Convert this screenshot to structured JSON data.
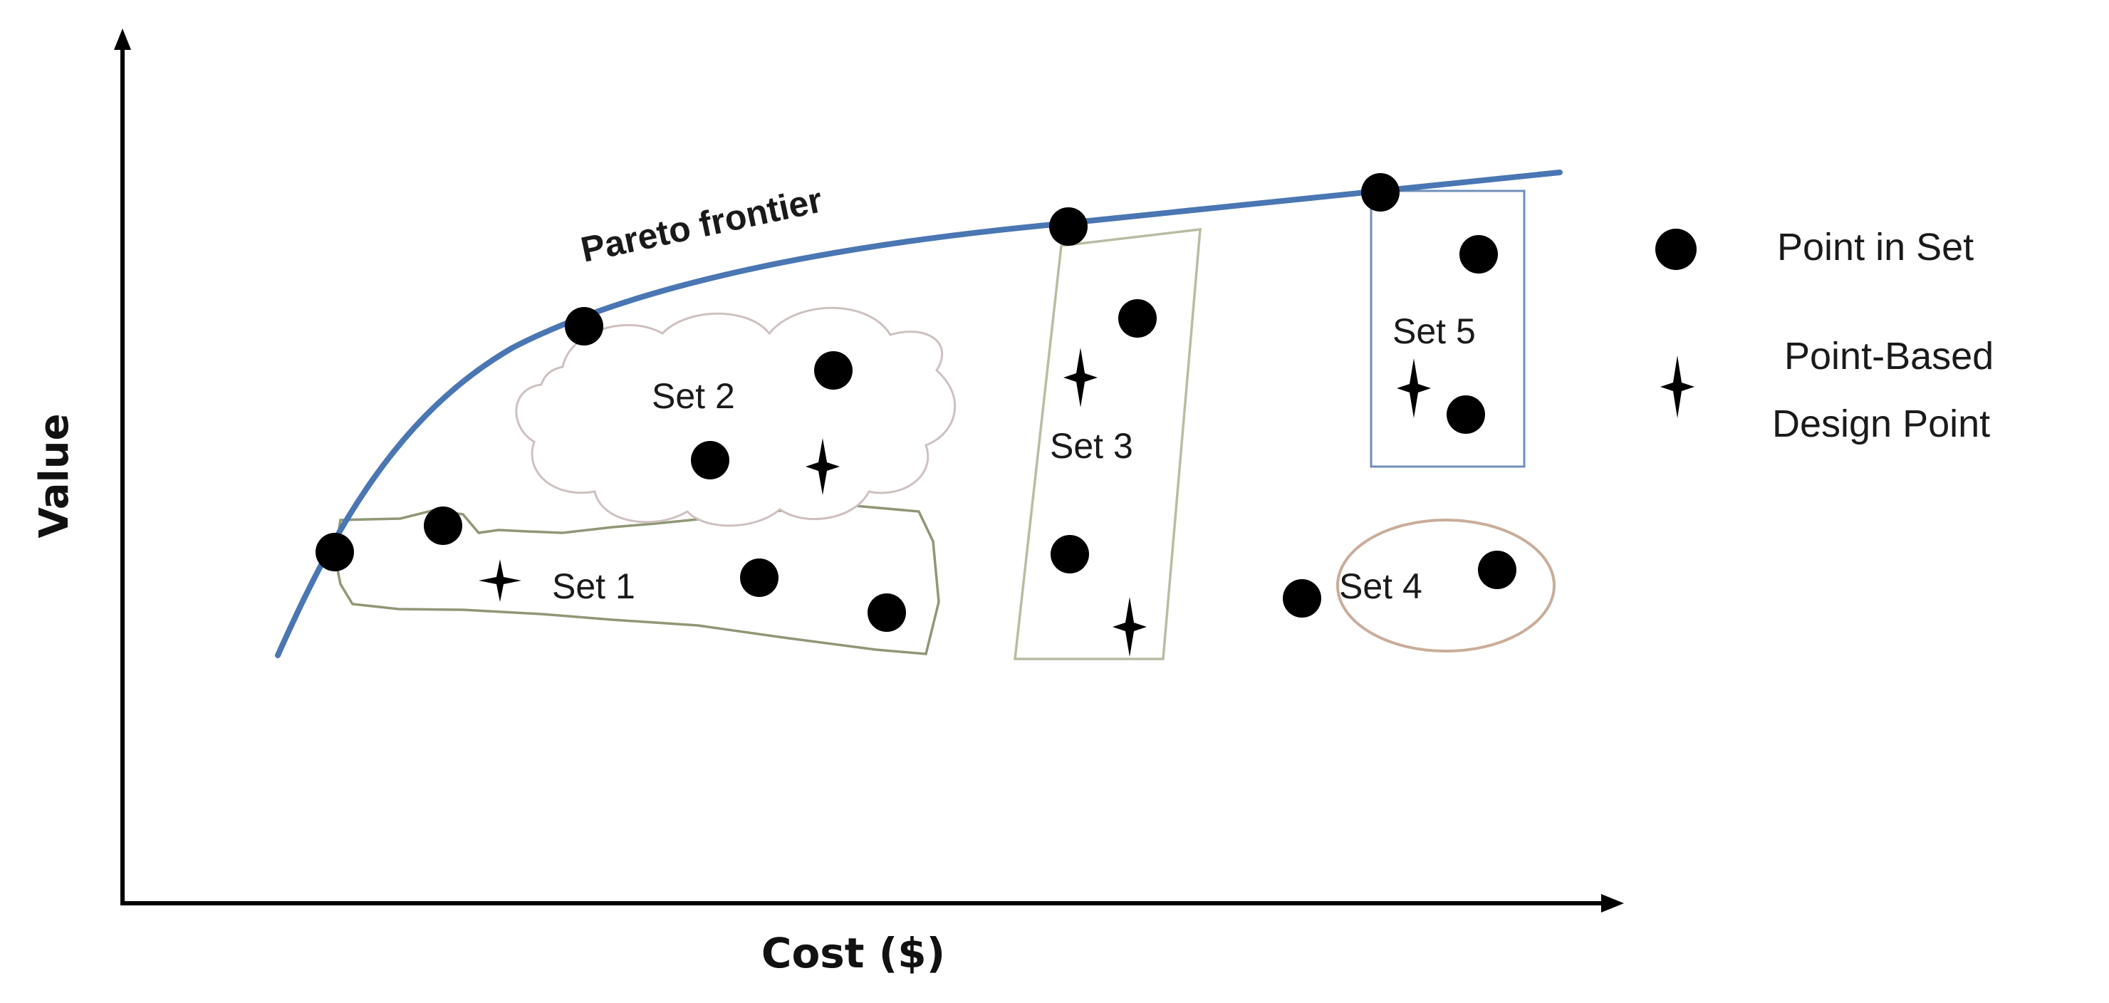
{
  "axes": {
    "x_label": "Cost ($)",
    "y_label": "Value"
  },
  "frontier": {
    "label": "Pareto frontier",
    "color": "#4a76b3"
  },
  "sets": [
    {
      "label": "Set 1"
    },
    {
      "label": "Set 2"
    },
    {
      "label": "Set 3"
    },
    {
      "label": "Set 4"
    },
    {
      "label": "Set 5"
    }
  ],
  "legend": {
    "point_label": "Point in Set",
    "design_label_line1": "Point-Based",
    "design_label_line2": "Design Point"
  },
  "colors": {
    "set1_outline": "#8f9775",
    "set2_outline": "#cfc0c0",
    "set3_outline": "#b9bca2",
    "set4_outline": "#c9ad9a",
    "set5_outline": "#6f8fb8",
    "marker": "#000000"
  }
}
